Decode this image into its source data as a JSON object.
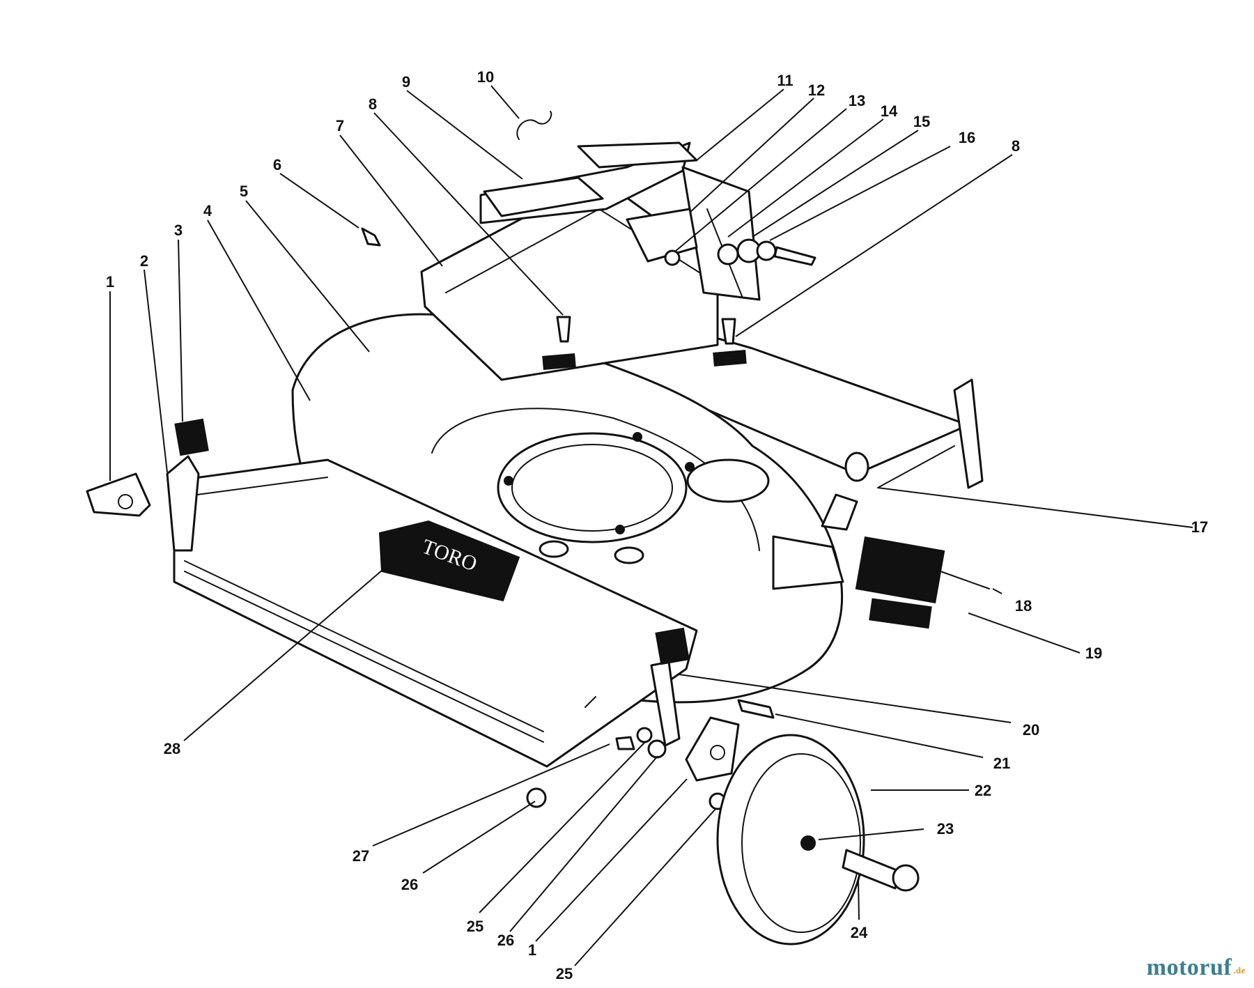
{
  "brand_plate": "TORO",
  "watermark": {
    "name": "motoruf",
    "tld": ".de",
    "color": "#3c7f8f",
    "tld_color": "#e0952f"
  },
  "callouts": [
    {
      "id": "c1a",
      "label": "1"
    },
    {
      "id": "c2",
      "label": "2"
    },
    {
      "id": "c3",
      "label": "3"
    },
    {
      "id": "c4",
      "label": "4"
    },
    {
      "id": "c5",
      "label": "5"
    },
    {
      "id": "c6",
      "label": "6"
    },
    {
      "id": "c7",
      "label": "7"
    },
    {
      "id": "c8a",
      "label": "8"
    },
    {
      "id": "c9",
      "label": "9"
    },
    {
      "id": "c10",
      "label": "10"
    },
    {
      "id": "c11",
      "label": "11"
    },
    {
      "id": "c12",
      "label": "12"
    },
    {
      "id": "c13",
      "label": "13"
    },
    {
      "id": "c14",
      "label": "14"
    },
    {
      "id": "c15",
      "label": "15"
    },
    {
      "id": "c16",
      "label": "16"
    },
    {
      "id": "c8b",
      "label": "8"
    },
    {
      "id": "c17",
      "label": "17"
    },
    {
      "id": "c18",
      "label": "18"
    },
    {
      "id": "c19",
      "label": "19"
    },
    {
      "id": "c20",
      "label": "20"
    },
    {
      "id": "c21",
      "label": "21"
    },
    {
      "id": "c22",
      "label": "22"
    },
    {
      "id": "c23",
      "label": "23"
    },
    {
      "id": "c24",
      "label": "24"
    },
    {
      "id": "c25a",
      "label": "25"
    },
    {
      "id": "c1b",
      "label": "1"
    },
    {
      "id": "c26a",
      "label": "26"
    },
    {
      "id": "c25b",
      "label": "25"
    },
    {
      "id": "c26b",
      "label": "26"
    },
    {
      "id": "c27",
      "label": "27"
    },
    {
      "id": "c28",
      "label": "28"
    }
  ]
}
